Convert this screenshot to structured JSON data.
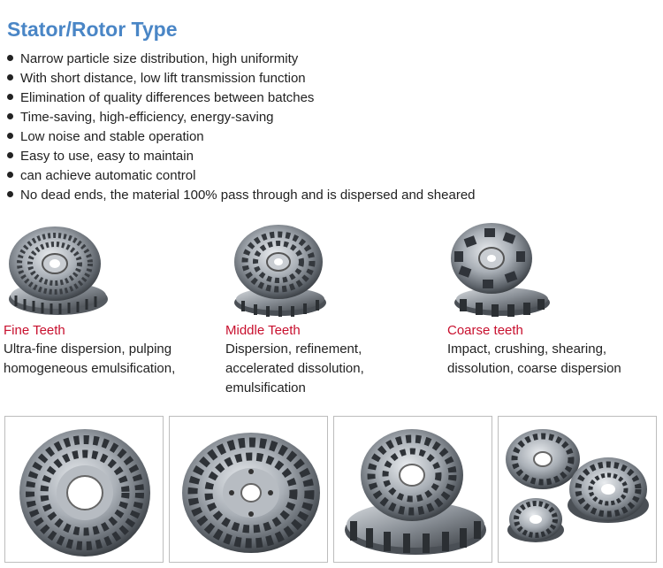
{
  "title": "Stator/Rotor Type",
  "bullets": [
    "Narrow particle size distribution, high uniformity",
    "With short distance, low lift transmission function",
    "Elimination of quality differences between batches",
    "Time-saving, high-efficiency, energy-saving",
    "Low noise and stable operation",
    "Easy to use, easy to maintain",
    "can achieve automatic control",
    "No dead ends, the material 100% pass through and is dispersed and sheared"
  ],
  "types": [
    {
      "name": "Fine Teeth",
      "lines": [
        "Ultra-fine dispersion, pulping",
        "homogeneous emulsification,"
      ]
    },
    {
      "name": "Middle Teeth",
      "lines": [
        "Dispersion, refinement,",
        "accelerated dissolution,",
        "emulsification"
      ]
    },
    {
      "name": "Coarse teeth",
      "lines": [
        "Impact, crushing, shearing,",
        "dissolution, coarse dispersion"
      ]
    }
  ],
  "colors": {
    "title": "#4a86c6",
    "type_name": "#c8102e",
    "text": "#222222",
    "border": "#bdbdbd"
  },
  "images": [
    "fine-teeth-rotor-photo",
    "middle-teeth-rotor-photo",
    "coarse-teeth-rotor-photo",
    "flat-rotor-photo",
    "tilted-rotor-photo",
    "stacked-rotor-stator-photo",
    "rotor-set-photo"
  ]
}
